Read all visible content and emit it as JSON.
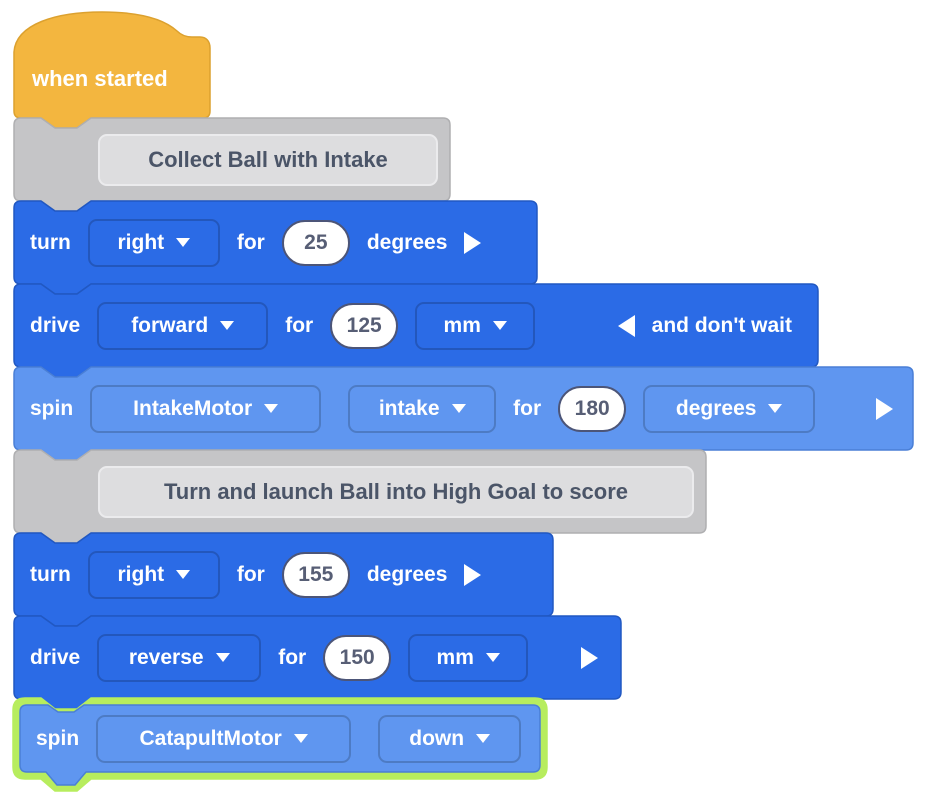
{
  "colors": {
    "hat": "#F3B63F",
    "hat_border": "#DCA12F",
    "drivetrain": "#2B6BE6",
    "drivetrain_border": "#2158C2",
    "motor": "#5F96F0",
    "motor_border": "#4A7FD6",
    "comment": "#C5C5C7",
    "comment_border": "#AFAFB1",
    "highlight": "#B7ED5E",
    "number_field_bg": "#FFFFFF",
    "number_text": "#575E75",
    "comment_text": "#4B5568"
  },
  "blocks": {
    "when_started": {
      "label": "when started"
    },
    "comment1": {
      "text": "Collect Ball with Intake"
    },
    "turn1": {
      "verb": "turn",
      "direction": "right",
      "for_label": "for",
      "value": "25",
      "unit": "degrees"
    },
    "drive1": {
      "verb": "drive",
      "direction": "forward",
      "for_label": "for",
      "value": "125",
      "unit": "mm",
      "wait_label": "and don't wait"
    },
    "spin1": {
      "verb": "spin",
      "motor": "IntakeMotor",
      "direction": "intake",
      "for_label": "for",
      "value": "180",
      "unit": "degrees"
    },
    "comment2": {
      "text": "Turn and launch Ball into High Goal to score"
    },
    "turn2": {
      "verb": "turn",
      "direction": "right",
      "for_label": "for",
      "value": "155",
      "unit": "degrees"
    },
    "drive2": {
      "verb": "drive",
      "direction": "reverse",
      "for_label": "for",
      "value": "150",
      "unit": "mm"
    },
    "spin2": {
      "verb": "spin",
      "motor": "CatapultMotor",
      "direction": "down"
    }
  }
}
